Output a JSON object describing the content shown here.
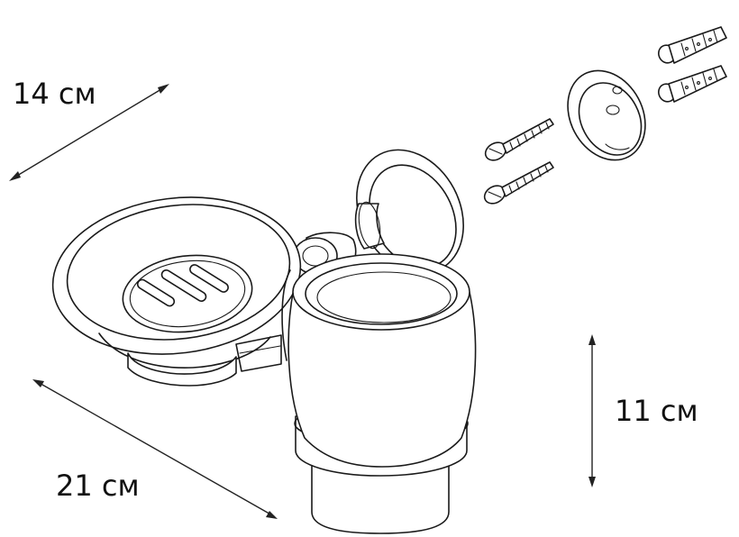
{
  "dimensions": {
    "depth_label": "14 см",
    "width_label": "21 см",
    "height_label": "11 см"
  },
  "colors": {
    "line": "#1a1a1a",
    "background": "#ffffff"
  }
}
